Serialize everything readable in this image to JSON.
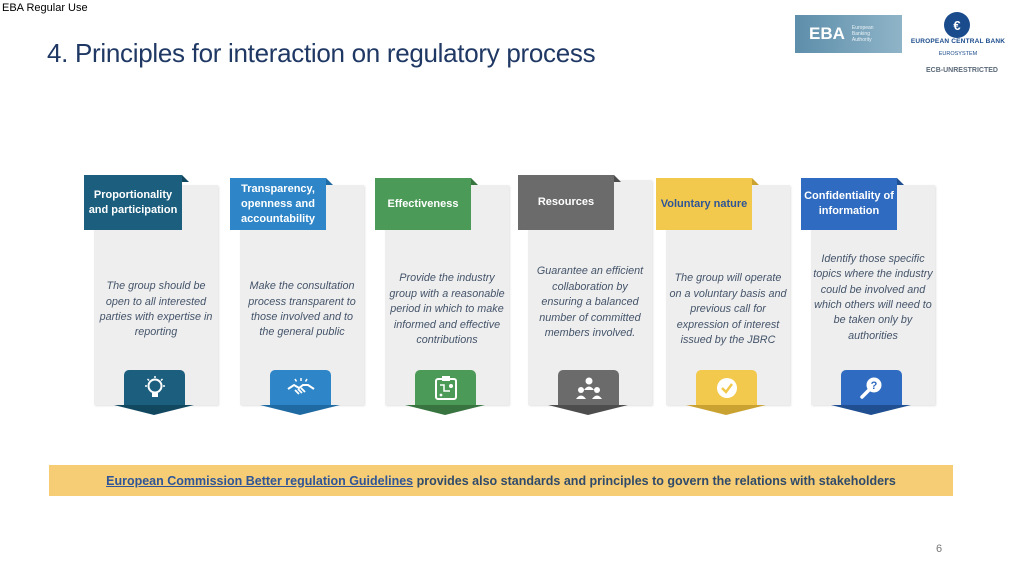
{
  "header": {
    "classification": "EBA Regular Use",
    "title": "4. Principles for interaction on regulatory process",
    "eba_logo_text": "EBA",
    "eba_logo_subtext": "European Banking Authority",
    "ecb_name": "EUROPEAN CENTRAL BANK",
    "ecb_eurosystem": "EUROSYSTEM",
    "ecb_classification": "ECB-UNRESTRICTED"
  },
  "principles": [
    {
      "title": "Proportionality and participation",
      "description": "The group should be open to all interested parties with expertise in reporting",
      "icon": "lightbulb-icon",
      "color": "#1b5e7e"
    },
    {
      "title": "Transparency, openness and accountability",
      "description": "Make the consultation process transparent to those involved and to the general public",
      "icon": "handshake-icon",
      "color": "#2e86c8"
    },
    {
      "title": "Effectiveness",
      "description": "Provide the industry group with a reasonable period in which to make informed and effective contributions",
      "icon": "strategy-board-icon",
      "color": "#4c9a58"
    },
    {
      "title": "Resources",
      "description": "Guarantee an efficient collaboration by ensuring a balanced number of committed members involved.",
      "icon": "team-hierarchy-icon",
      "color": "#6b6b6b"
    },
    {
      "title": "Voluntary nature",
      "description": "The group will operate on a voluntary basis and previous call for expression of interest issued by the JBRC",
      "icon": "check-circle-icon",
      "color": "#f2c94c"
    },
    {
      "title": "Confidentiality of information",
      "description": "Identify those specific topics where the industry could be involved and which others will need to be taken only by authorities",
      "icon": "magnifier-question-icon",
      "color": "#2f6bc0"
    }
  ],
  "banner": {
    "link_text": "European Commission Better regulation Guidelines",
    "rest_text": " provides also standards and principles to govern the relations with stakeholders"
  },
  "footer": {
    "page_number": "6"
  }
}
